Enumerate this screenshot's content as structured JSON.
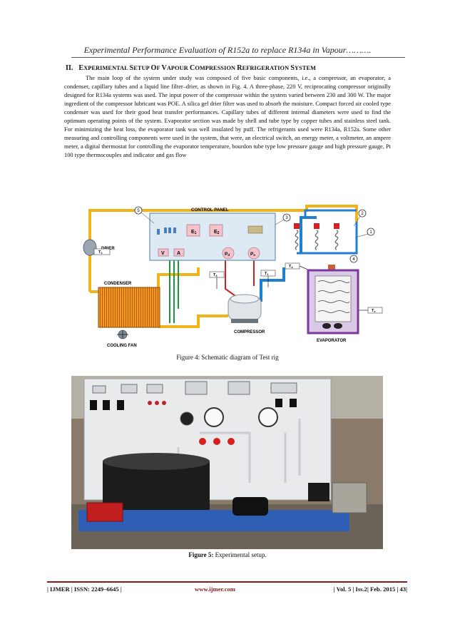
{
  "header": {
    "running_title": "Experimental Performance Evaluation of R152a to replace R134a in Vapour………."
  },
  "section": {
    "number": "II.",
    "title_initial_1": "E",
    "title_rest_1": "XPERIMENTAL ",
    "title_initial_2": "S",
    "title_rest_2": "ETUP ",
    "title_initial_3": "O",
    "title_rest_3": "F ",
    "title_initial_4": "V",
    "title_rest_4": "APOUR ",
    "title_initial_5": "C",
    "title_rest_5": "OMPRESSION ",
    "title_initial_6": "R",
    "title_rest_6": "EFRIGERATION ",
    "title_initial_7": "S",
    "title_rest_7": "YSTEM"
  },
  "body": {
    "paragraph": "The main loop of the system under study was composed of five basic components, i.e., a compressor, an evaporator, a condenser, capillary tubes and a liquid line filter–drier, as shown in Fig. 4. A three-phase, 220 V, reciprocating compressor originally designed for R134a systems was used. The input power of the compressor within the system varied between 230 and 300 W. The major ingredient of the compressor lubricant was POE. A silica gel drier filter was used to absorb the moisture. Compact forced air cooled type condenser was used for their good heat transfer performances. Capillary tubes of different internal diameters were used to find the optimum operating points of the system. Evaporator section was made by shell and tube type by copper tubes and stainless steel tank. For minimizing the heat loss, the evaporator tank was well insulated by puff. The refrigerants used were R134a, R152a. Some other measuring and controlling components were used in the system, that were, an electrical switch, an energy meter, a voltmeter, an ampere meter, a digital thermostat for controlling the evaporator temperature, bourdon tube type low pressure gauge and high pressure gauge, Pt 100 type thermocouples and indicator and gas flow"
  },
  "figure4": {
    "labels": {
      "control_panel": "CONTROL PANEL",
      "drier": "DRIER",
      "condenser": "CONDENSER",
      "cooling_fan": "COOLING FAN",
      "compressor": "COMPRESSOR",
      "evaporator": "EVAPORATOR",
      "e1": "E",
      "e1_sub": "1",
      "e2": "E",
      "e2_sub": "2",
      "v": "V",
      "a": "A",
      "pd": "P",
      "pd_sub": "d",
      "ps": "P",
      "ps_sub": "s",
      "t1": "T",
      "t1_sub": "1",
      "t2": "T",
      "t2_sub": "2",
      "t3": "T",
      "t3_sub": "3",
      "t4": "T",
      "t4_sub": "4",
      "te": "T",
      "te_sub": "e",
      "n1": "1",
      "n2": "2",
      "n3": "3",
      "n4": "4",
      "n5": "5"
    },
    "caption": "Figure 4: Schematic diagram of Test rig"
  },
  "figure5": {
    "caption_label": "Figure 5:",
    "caption_text": " Experimental setup."
  },
  "footer": {
    "left": "| IJMER | ISSN: 2249–6645 |",
    "center": "www.ijmer.com",
    "right": "| Vol. 5 | Iss.2| Feb. 2015 | 43|"
  },
  "colors": {
    "hot_line": "#f2b31a",
    "cold_line": "#1f7fd1",
    "wire_green": "#1a9a3a",
    "wire_red": "#d62020",
    "evaporator": "#7a3a9a",
    "panel_fill": "#dde9f3",
    "footer_accent": "#8b1a1a"
  }
}
